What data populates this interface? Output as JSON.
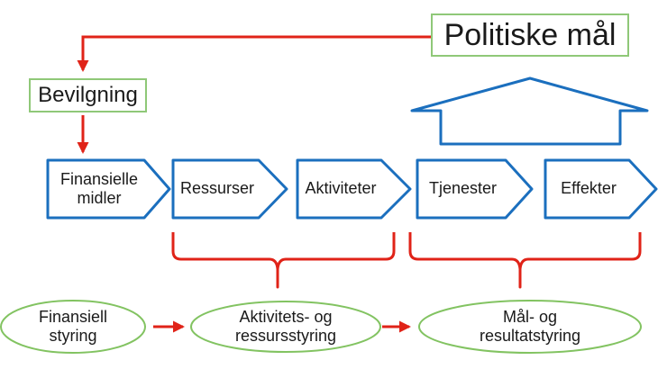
{
  "labels": {
    "politiske_mal": "Politiske mål",
    "bevilgning": "Bevilgning"
  },
  "chain": [
    "Finansielle midler",
    "Ressurser",
    "Aktiviteter",
    "Tjenester",
    "Effekter"
  ],
  "management": [
    "Finansiell styring",
    "Aktivitets- og ressursstyring",
    "Mål- og resultatstyring"
  ],
  "icons": {
    "up_block_arrow": "up-block-arrow",
    "down_arrow": "red-down-arrow",
    "right_arrow": "red-right-arrow",
    "curly_brace": "red-curly-brace"
  },
  "colors": {
    "red_connector": "#E02318",
    "blue_shape": "#1B6FBE",
    "green_box_border": "#8FC878",
    "green_ellipse_border": "#82C361",
    "text": "#1A1A1A",
    "background": "#FFFFFF"
  }
}
